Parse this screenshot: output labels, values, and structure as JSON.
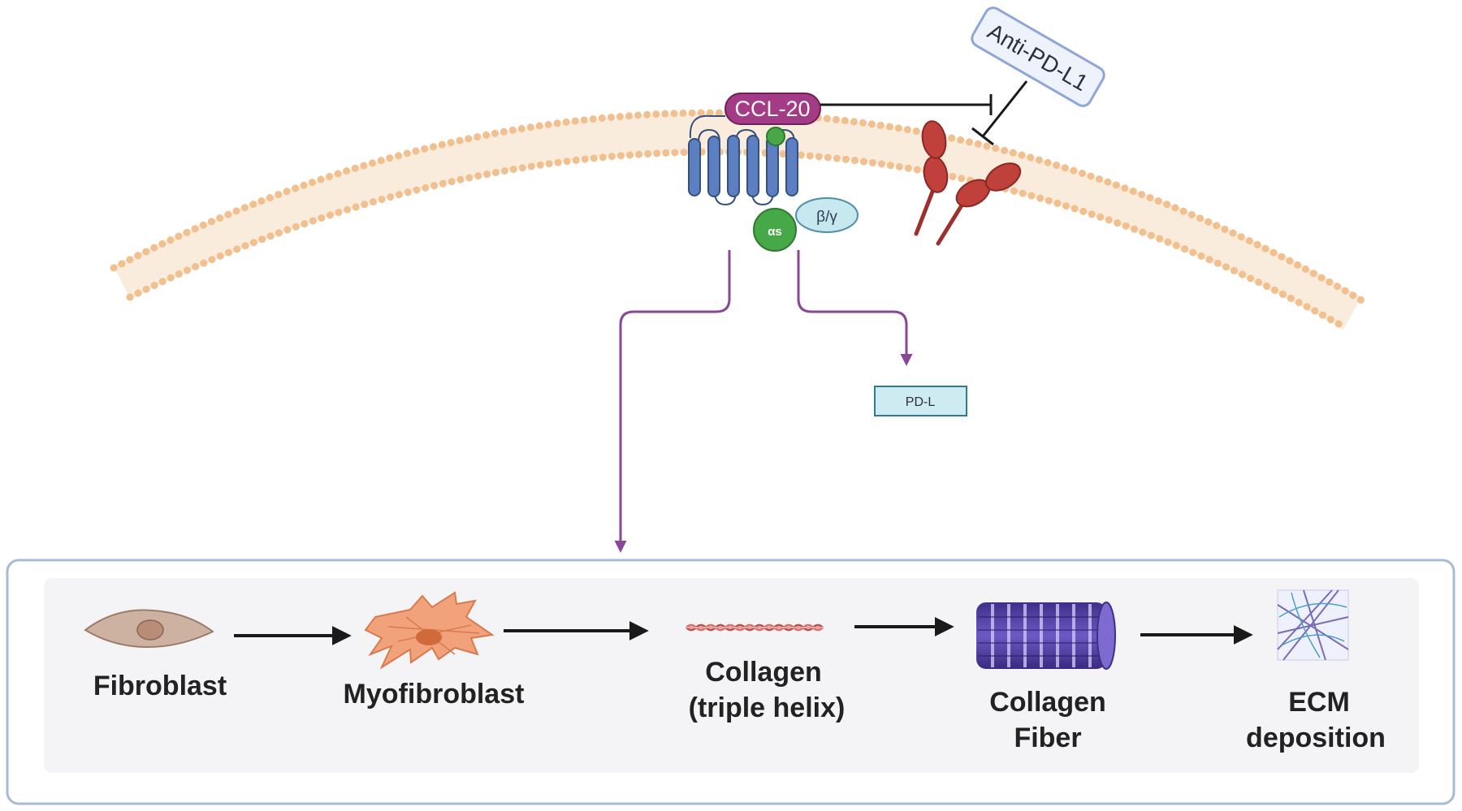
{
  "membrane": {
    "ligand_label": "CCL-20",
    "beta_gamma_label": "β/γ",
    "alpha_label": "αs",
    "antibody_label": "Anti-PD-L1",
    "target_label": "PD-L"
  },
  "pathway": {
    "steps": [
      {
        "line1": "Fibroblast",
        "line2": ""
      },
      {
        "line1": "Myofibroblast",
        "line2": ""
      },
      {
        "line1": "Collagen",
        "line2": "(triple helix)"
      },
      {
        "line1": "Collagen",
        "line2": "Fiber"
      },
      {
        "line1": "ECM",
        "line2": "deposition"
      }
    ]
  },
  "colors": {
    "lipid_head": "#f2c08f",
    "receptor": "#5b7fc1",
    "ligand": "#a33b86",
    "g_alpha": "#47a848",
    "g_beta_gamma": "#c6e8ee",
    "pdl1_protein": "#c0403c",
    "antibody_box_fill": "#eef3fb",
    "antibody_box_stroke": "#8ea7d6",
    "signal_arrow": "#8a4797",
    "panel_border": "#a8bbd6",
    "panel_bg": "#f4f4f6",
    "pdl_box_fill": "#cdebf0",
    "pdl_box_stroke": "#2f7d8c"
  }
}
